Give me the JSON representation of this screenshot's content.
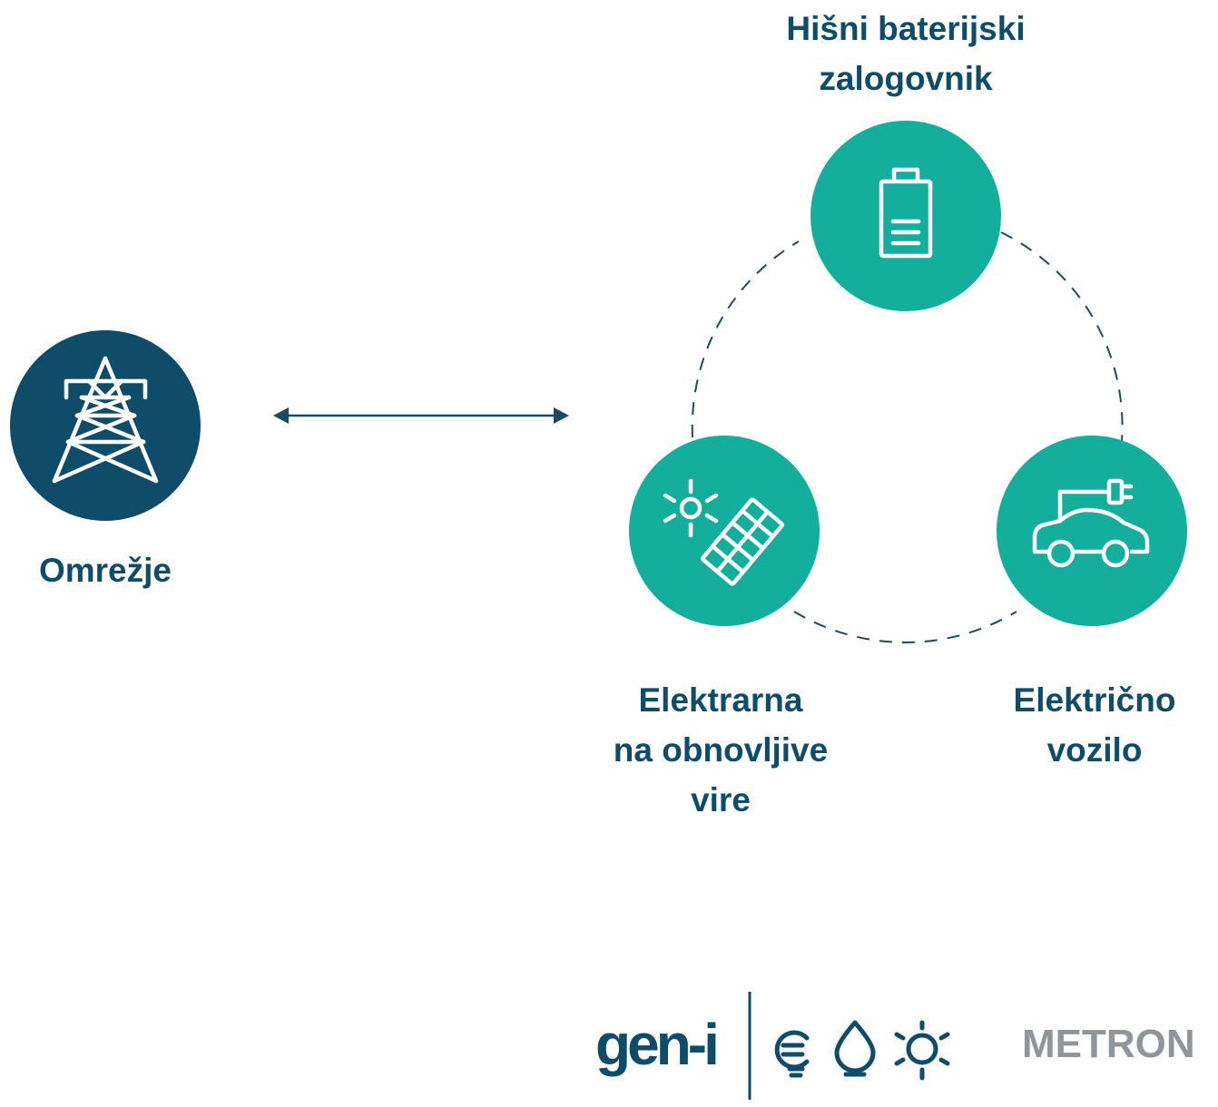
{
  "colors": {
    "grid": "#0f4c69",
    "node": "#13ae9c",
    "icon_stroke": "#ffffff",
    "label": "#0f4c69",
    "connector": "#1c4a63",
    "metron": "#8f9599"
  },
  "nodes": {
    "grid": {
      "label_lines": [
        "Omrežje"
      ],
      "icon": "transmission-tower-icon"
    },
    "battery": {
      "label_lines": [
        "Hišni baterijski",
        "zalogovnik"
      ],
      "icon": "battery-icon"
    },
    "renewable": {
      "label_lines": [
        "Elektrarna",
        "na obnovljive",
        "vire"
      ],
      "icon": "solar-panel-icon"
    },
    "ev": {
      "label_lines": [
        "Električno",
        "vozilo"
      ],
      "icon": "electric-car-icon"
    }
  },
  "connections": [
    {
      "from": "grid",
      "to": "renewable",
      "style": "solid-double-arrow"
    },
    {
      "from": "battery",
      "to": "renewable",
      "style": "dashed"
    },
    {
      "from": "battery",
      "to": "ev",
      "style": "dashed"
    },
    {
      "from": "renewable",
      "to": "ev",
      "style": "dashed"
    }
  ],
  "logos": {
    "geni": {
      "text": "gen-i",
      "icons": [
        "euro-bulb-icon",
        "water-drop-icon",
        "sun-icon"
      ]
    },
    "metron": {
      "text": "METRON"
    }
  }
}
